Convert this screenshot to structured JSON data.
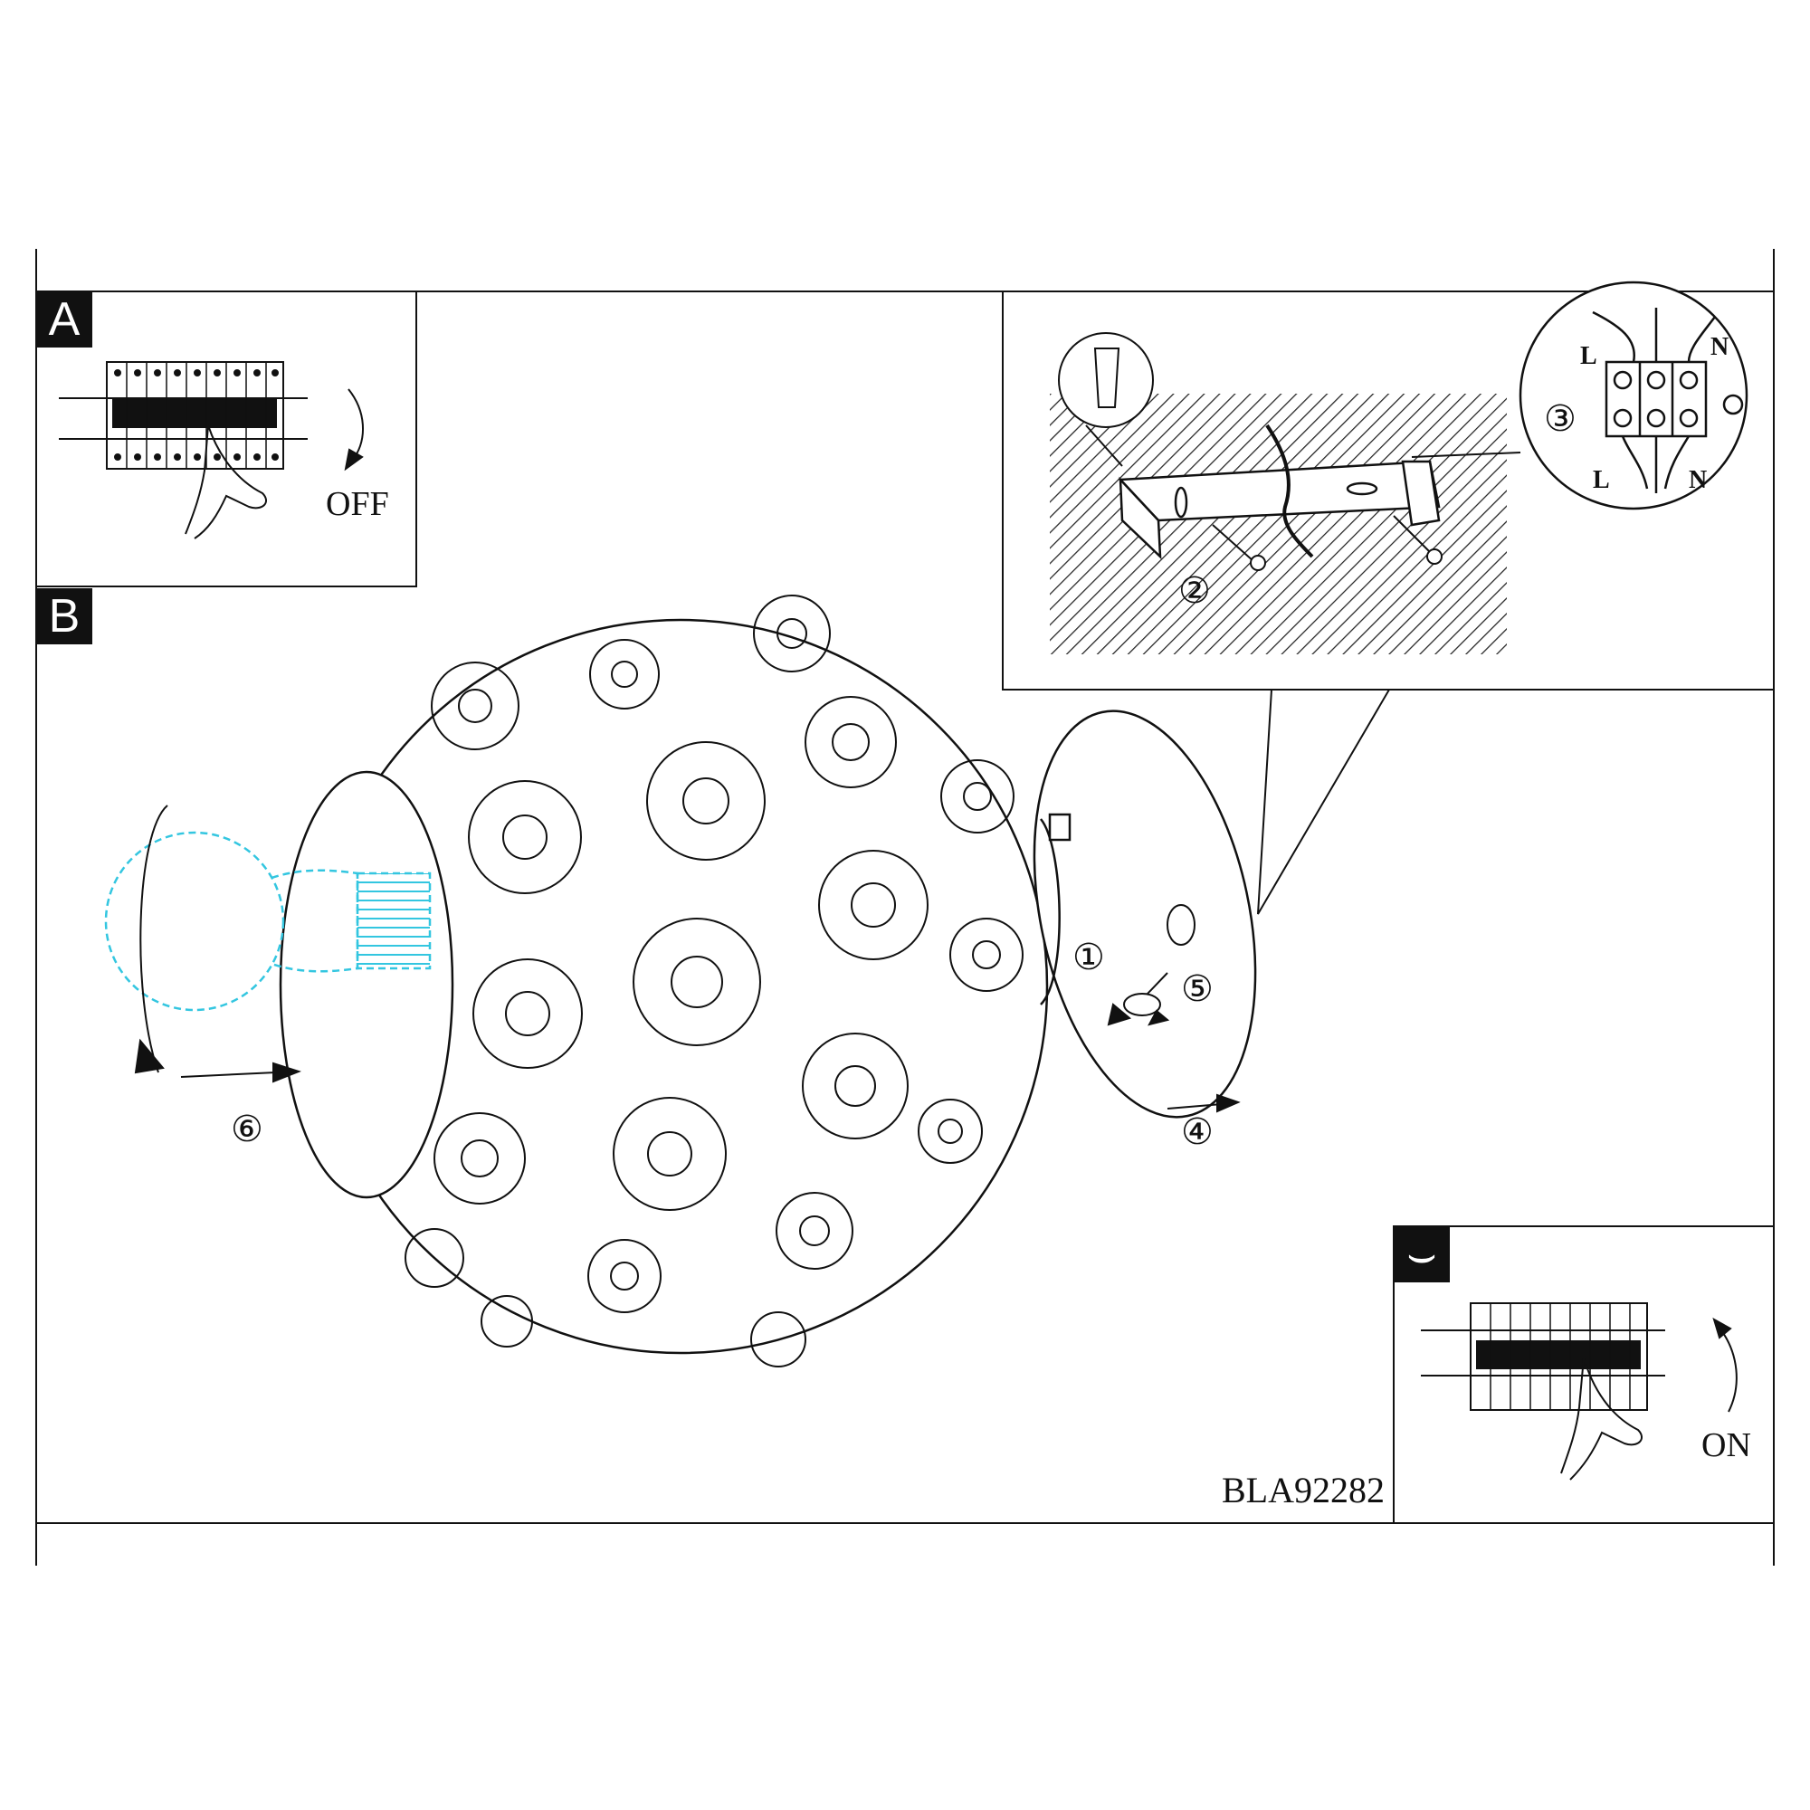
{
  "panels": {
    "a": {
      "tag": "A",
      "state_label": "OFF"
    },
    "b": {
      "tag": "B"
    },
    "c": {
      "tag": "⌣",
      "state_label": "ON"
    }
  },
  "wiring": {
    "top_left": "L",
    "top_right": "N",
    "bottom_left": "L",
    "bottom_right": "N"
  },
  "steps": [
    "①",
    "②",
    "③",
    "④",
    "⑤",
    "⑥"
  ],
  "model_code": "BLA92282",
  "colors": {
    "line": "#111111",
    "bulb": "#33c6e0"
  }
}
